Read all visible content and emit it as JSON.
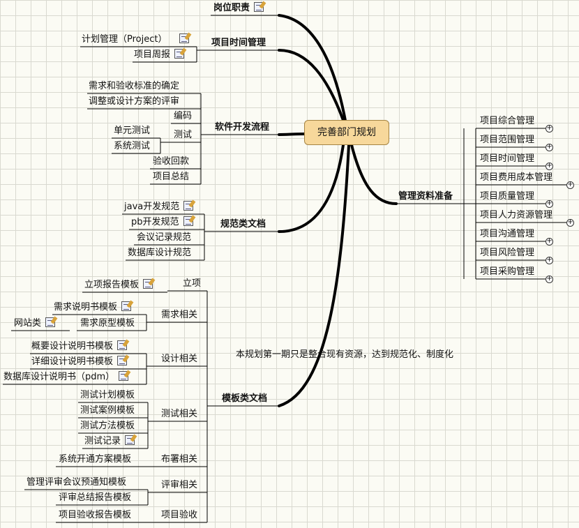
{
  "central": "完善部门规划",
  "note": "本规划第一期只是整合现有资源，达到规范化、制度化",
  "branches": {
    "post": "岗位职责",
    "time": "项目时间管理",
    "time_plan": "计划管理（Project）",
    "time_weekly": "项目周报",
    "dev": "软件开发流程",
    "dev_req": "需求和验收标准的确定",
    "dev_review": "调整或设计方案的评审",
    "dev_code": "编码",
    "dev_test": "测试",
    "dev_unit": "单元测试",
    "dev_sys": "系统测试",
    "dev_accept": "验收回款",
    "dev_summary": "项目总结",
    "spec": "规范类文档",
    "spec_java": "java开发规范",
    "spec_pb": "pb开发规范",
    "spec_meeting": "会议记录规范",
    "spec_db": "数据库设计规范",
    "tpl": "模板类文档",
    "tpl_setup": "立项",
    "tpl_setup_report": "立项报告模板",
    "tpl_req": "需求相关",
    "tpl_req_doc": "需求说明书模板",
    "tpl_req_proto": "需求原型模板",
    "tpl_req_web": "网站类",
    "tpl_design": "设计相关",
    "tpl_design_outline": "概要设计说明书模板",
    "tpl_design_detail": "详细设计说明书模板",
    "tpl_design_db": "数据库设计说明书（pdm）",
    "tpl_test": "测试相关",
    "tpl_test_plan": "测试计划模板",
    "tpl_test_case": "测试案例模板",
    "tpl_test_method": "测试方法模板",
    "tpl_test_record": "测试记录",
    "tpl_deploy": "布署相关",
    "tpl_deploy_plan": "系统开通方案模板",
    "tpl_review": "评审相关",
    "tpl_review_notice": "管理评审会议预通知模板",
    "tpl_review_summary": "评审总结报告模板",
    "tpl_accept": "项目验收",
    "tpl_accept_report": "项目验收报告模板",
    "mgmt": "管理资料准备",
    "mgmt_items": [
      "项目综合管理",
      "项目范围管理",
      "项目时间管理",
      "项目费用成本管理",
      "项目质量管理",
      "项目人力资源管理",
      "项目沟通管理",
      "项目风险管理",
      "项目采购管理"
    ]
  }
}
